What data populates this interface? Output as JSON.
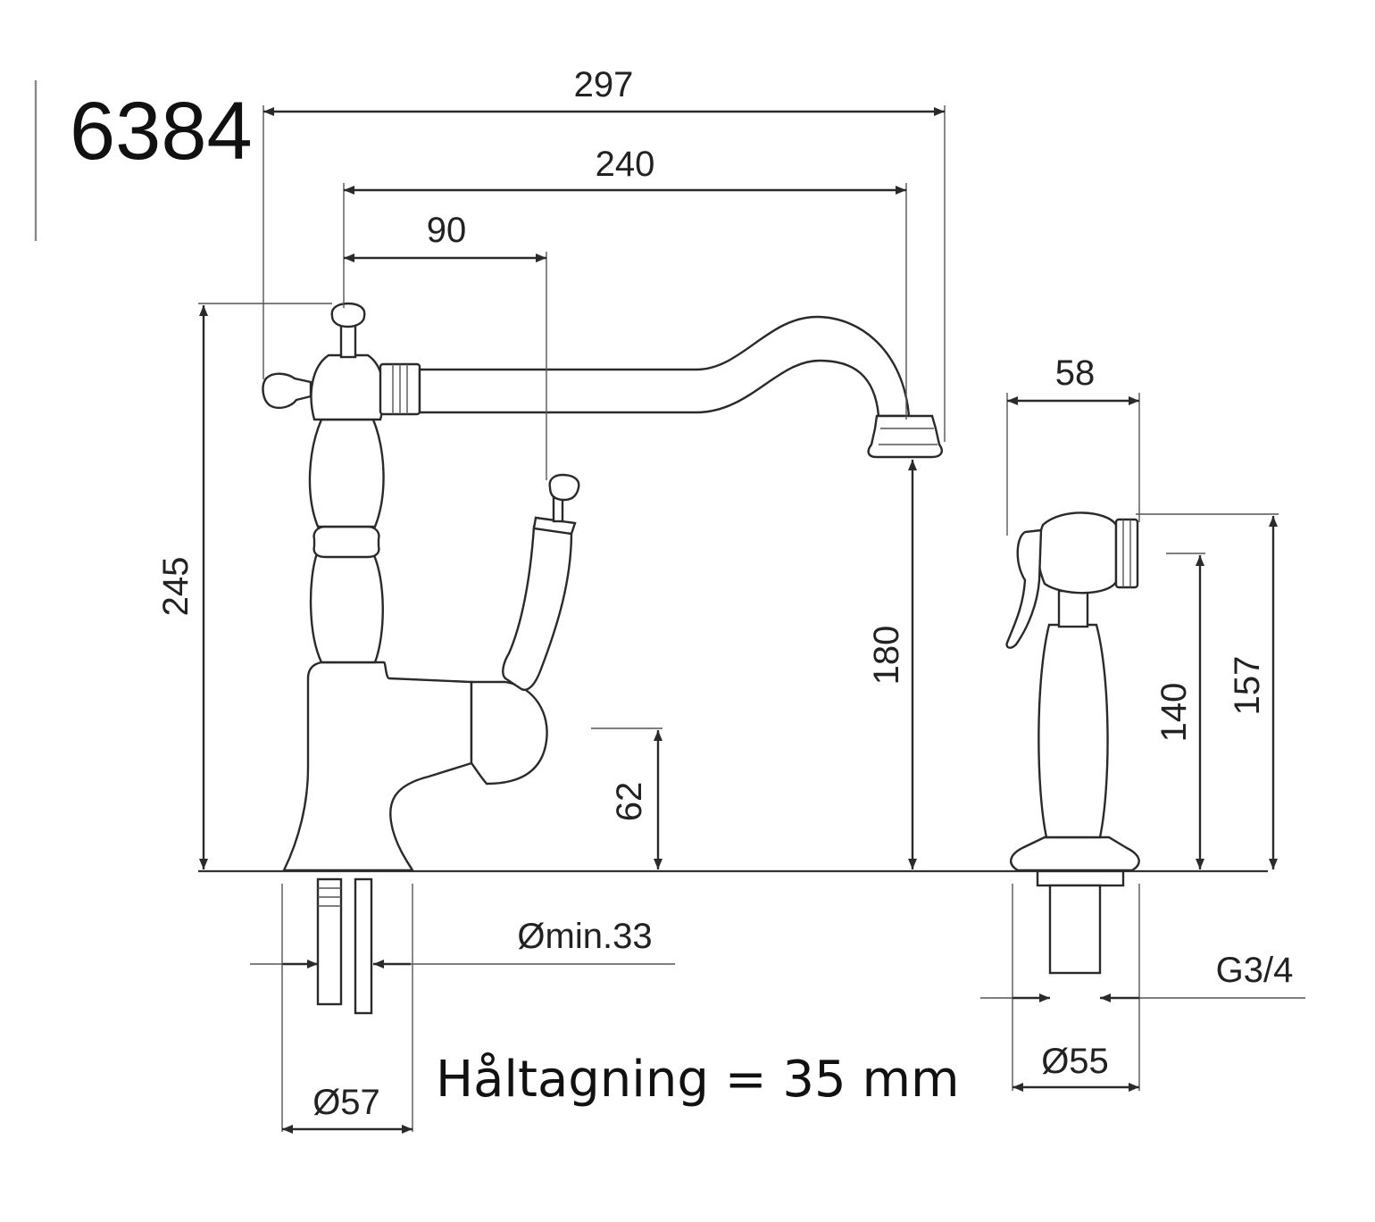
{
  "model_number": "6384",
  "dimensions": {
    "spout_total_reach": "297",
    "spout_reach": "240",
    "lever_offset": "90",
    "tap_height": "245",
    "spout_height": "180",
    "lever_base_height": "62",
    "spray_width": "58",
    "spray_height_140": "140",
    "spray_height_157": "157",
    "pipe_min_diameter": "Ømin.33",
    "base_diameter": "Ø57",
    "spray_base_diameter": "Ø55",
    "spray_thread": "G3/4"
  },
  "hole_note": "Håltagning = 35 mm",
  "colors": {
    "line": "#2a2a2a",
    "background": "#ffffff"
  }
}
